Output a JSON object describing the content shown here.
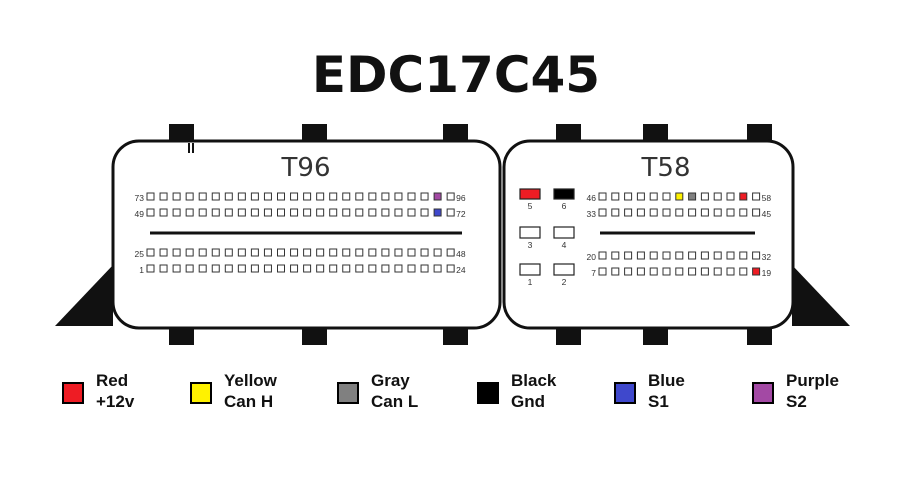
{
  "title": "EDC17C45",
  "connectors": {
    "t96": {
      "label": "T96",
      "rows": [
        {
          "start": "73",
          "end": "96",
          "colored": [
            {
              "index": 22,
              "color": "purple"
            }
          ]
        },
        {
          "start": "49",
          "end": "72",
          "colored": [
            {
              "index": 22,
              "color": "blue"
            }
          ]
        },
        {
          "start": "25",
          "end": "48",
          "colored": []
        },
        {
          "start": "1",
          "end": "24",
          "colored": []
        }
      ]
    },
    "t58": {
      "label": "T58",
      "big_pins": [
        {
          "label": "5",
          "color": "red"
        },
        {
          "label": "6",
          "color": "black"
        },
        {
          "label": "3",
          "color": "none"
        },
        {
          "label": "4",
          "color": "none"
        },
        {
          "label": "1",
          "color": "none"
        },
        {
          "label": "2",
          "color": "none"
        }
      ],
      "rows": [
        {
          "start": "46",
          "end": "58",
          "colored": [
            {
              "index": 6,
              "color": "yellow"
            },
            {
              "index": 7,
              "color": "gray"
            },
            {
              "index": 11,
              "color": "red"
            }
          ]
        },
        {
          "start": "33",
          "end": "45",
          "colored": []
        },
        {
          "start": "20",
          "end": "32",
          "colored": []
        },
        {
          "start": "7",
          "end": "19",
          "colored": [
            {
              "index": 12,
              "color": "red"
            }
          ]
        }
      ]
    }
  },
  "colors": {
    "red": "#ee1c24",
    "yellow": "#fff200",
    "gray": "#808080",
    "black": "#000000",
    "blue": "#3f48cc",
    "purple": "#a349a4",
    "none": "#ffffff"
  },
  "legend": [
    {
      "color": "red",
      "name": "Red",
      "meaning": "+12v"
    },
    {
      "color": "yellow",
      "name": "Yellow",
      "meaning": "Can H"
    },
    {
      "color": "gray",
      "name": "Gray",
      "meaning": "Can L"
    },
    {
      "color": "black",
      "name": "Black",
      "meaning": "Gnd"
    },
    {
      "color": "blue",
      "name": "Blue",
      "meaning": "S1"
    },
    {
      "color": "purple",
      "name": "Purple",
      "meaning": "S2"
    }
  ]
}
